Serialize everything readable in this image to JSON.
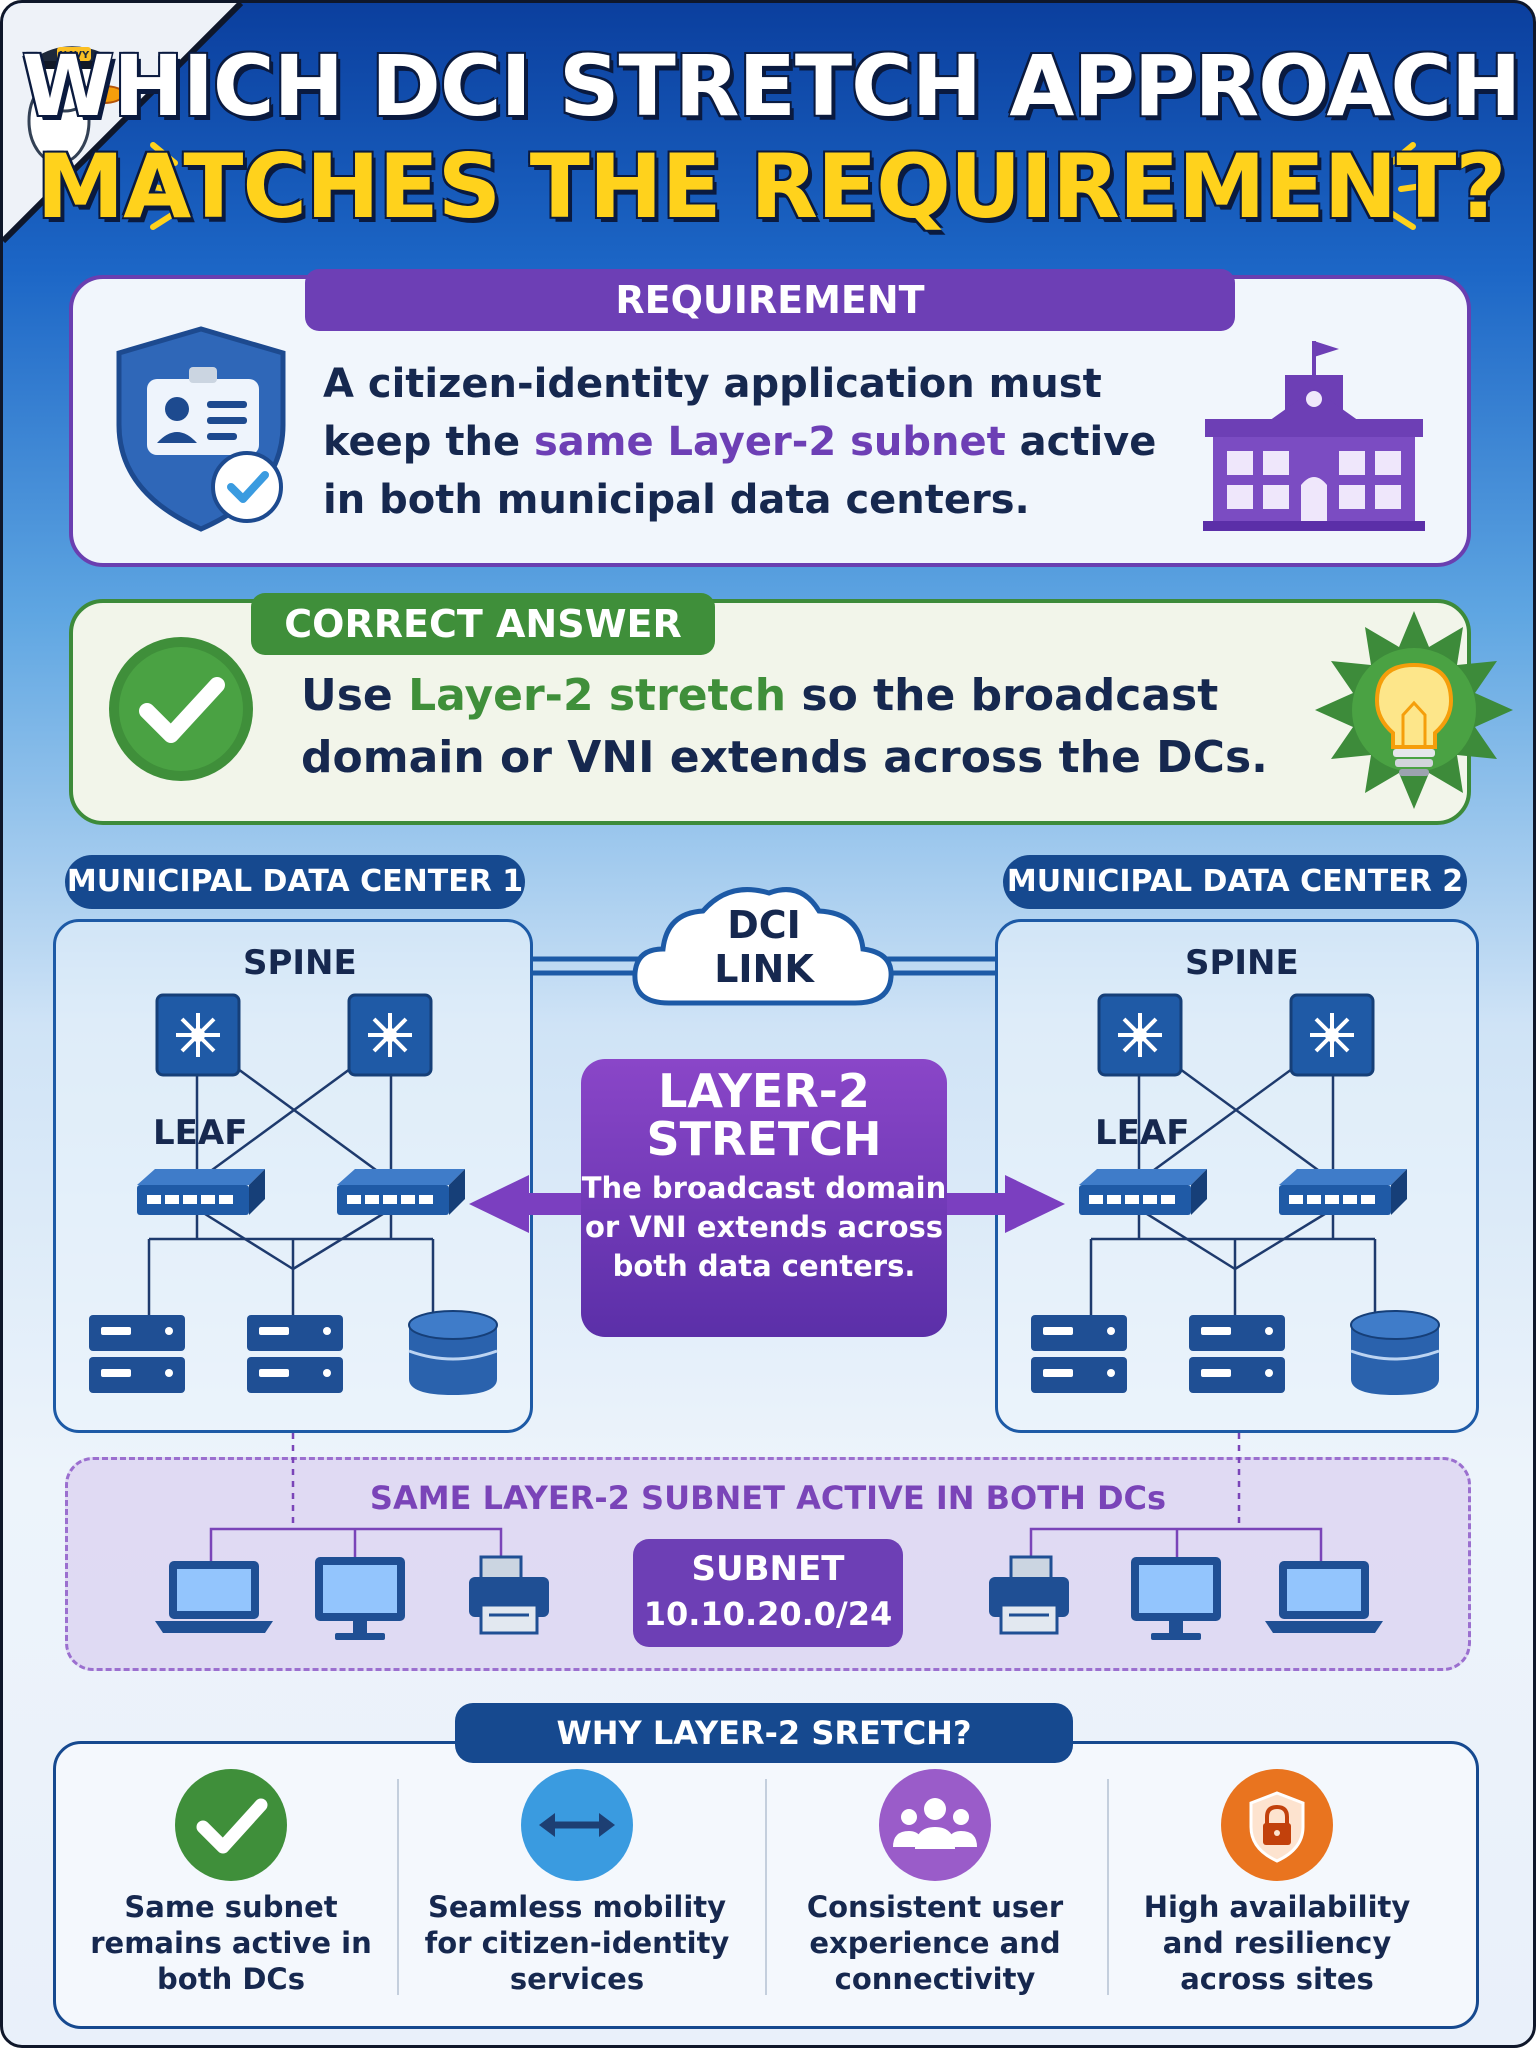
{
  "header": {
    "badge_text": "NAVY",
    "title_line1": "WHICH DCI STRETCH APPROACH",
    "title_line2": "MATCHES THE REQUIREMENT?"
  },
  "requirement": {
    "tab_label": "REQUIREMENT",
    "text_before": "A citizen-identity application must keep the ",
    "text_highlight": "same Layer-2 subnet",
    "text_after": " active in both municipal data centers."
  },
  "correct_answer": {
    "tab_label": "CORRECT ANSWER",
    "text_before": "Use ",
    "text_highlight": "Layer-2 stretch",
    "text_after": " so the broadcast domain or VNI extends across the DCs."
  },
  "topology": {
    "dc1_label": "MUNICIPAL DATA CENTER 1",
    "dc2_label": "MUNICIPAL DATA CENTER 2",
    "spine_label": "SPINE",
    "leaf_label": "LEAF",
    "dci_line1": "DCI",
    "dci_line2": "LINK",
    "stretch_title_line1": "LAYER-2",
    "stretch_title_line2": "STRETCH",
    "stretch_desc": "The broadcast domain or VNI extends across both data centers."
  },
  "subnet": {
    "heading": "SAME LAYER-2 SUBNET ACTIVE IN BOTH DCs",
    "label": "SUBNET",
    "value": "10.10.20.0/24"
  },
  "why": {
    "heading": "WHY LAYER-2 SRETCH?",
    "benefits": [
      {
        "text": "Same subnet remains active in both DCs",
        "icon": "check-icon",
        "color": "#3f8f3a"
      },
      {
        "text": "Seamless mobility for citizen-identity services",
        "icon": "arrows-icon",
        "color": "#3a9be0"
      },
      {
        "text": "Consistent user experience and connectivity",
        "icon": "users-icon",
        "color": "#9a5cc9"
      },
      {
        "text": "High availability and resiliency across sites",
        "icon": "lock-icon",
        "color": "#e9741f"
      }
    ]
  },
  "colors": {
    "purple": "#6d3fb5",
    "green": "#3f8f3a",
    "navy": "#16498f",
    "title_yellow": "#ffd21c"
  }
}
